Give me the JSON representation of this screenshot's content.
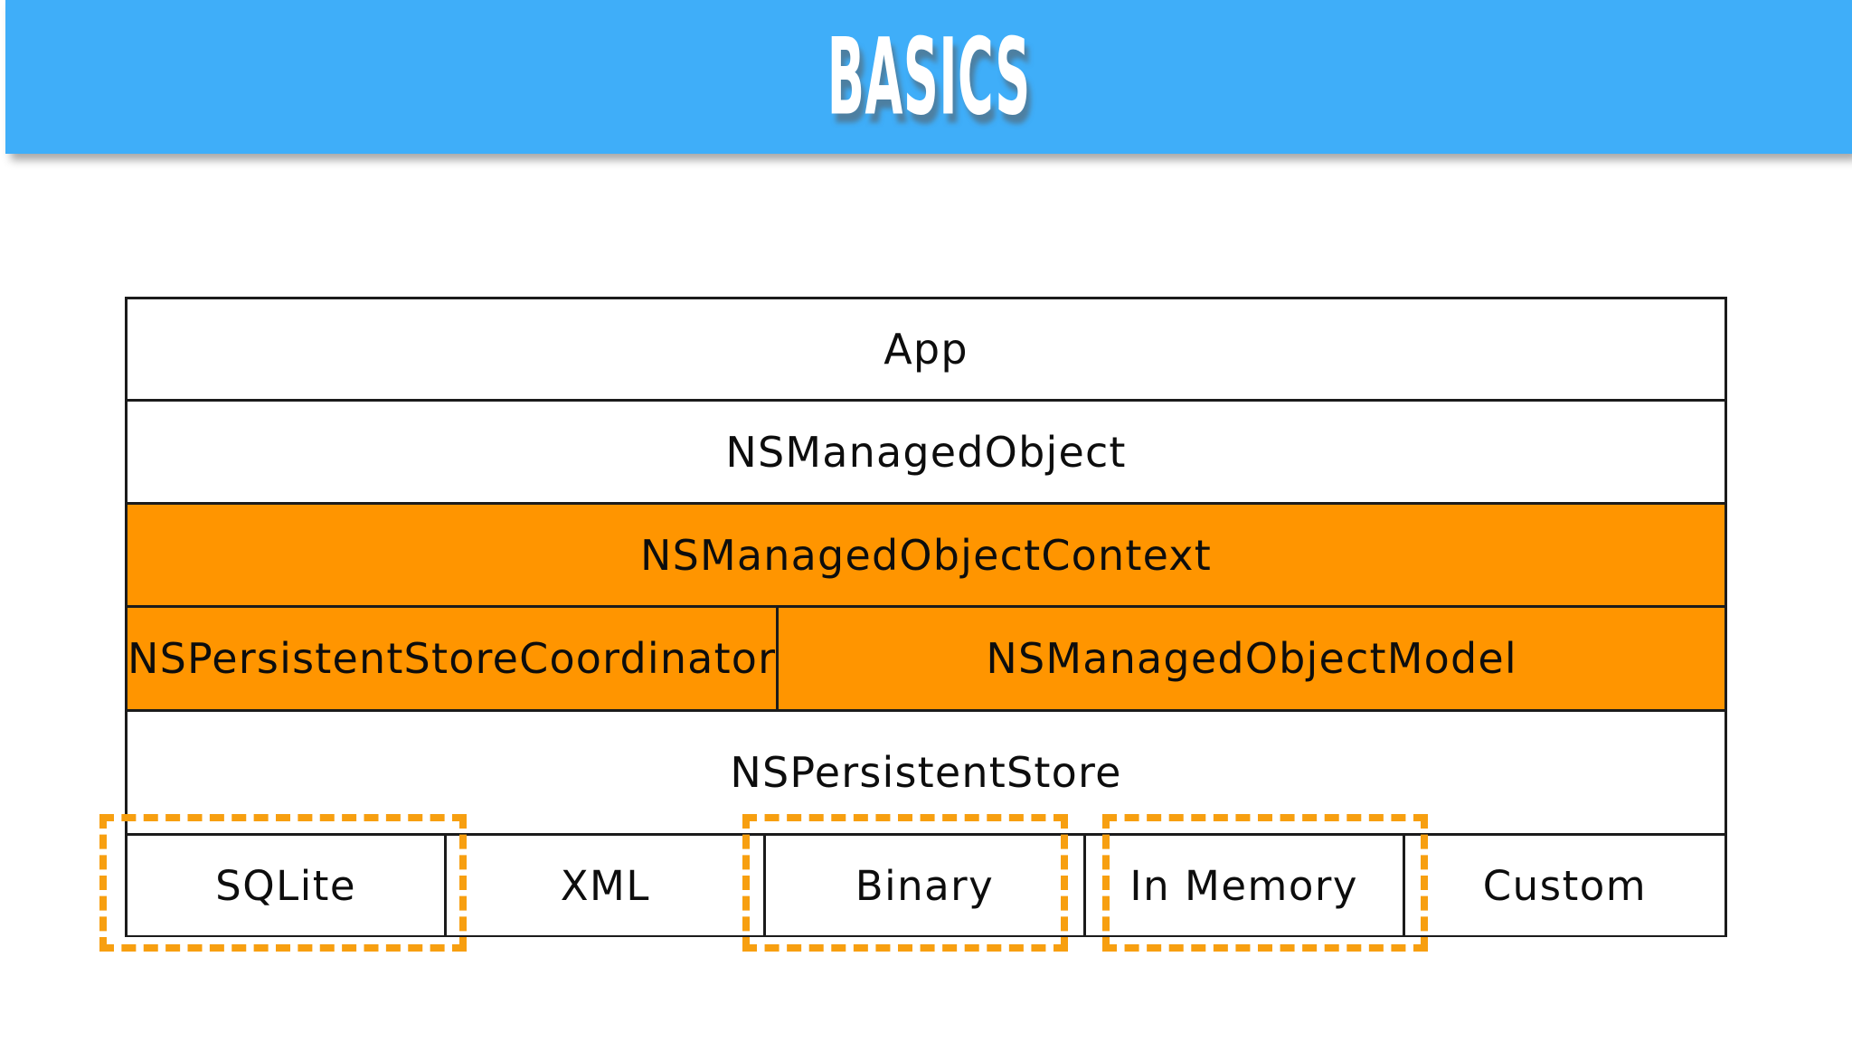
{
  "slide": {
    "background_color": "#ffffff",
    "banner": {
      "title": "BASICS",
      "background_color": "#3FAEF9",
      "text_color": "#ffffff"
    },
    "colors": {
      "orange_fill": "#FF9500",
      "dashed_highlight": "#F79F10",
      "border": "#1b1b1b"
    }
  },
  "stack": {
    "rows": [
      {
        "label": "App",
        "highlighted": false
      },
      {
        "label": "NSManagedObject",
        "highlighted": false
      },
      {
        "label": "NSManagedObjectContext",
        "highlighted": true
      },
      {
        "label": "NSPersistentStore",
        "highlighted": false
      }
    ],
    "split_row": {
      "left": {
        "label": "NSPersistentStoreCoordinator",
        "highlighted": true
      },
      "right": {
        "label": "NSManagedObjectModel",
        "highlighted": true
      }
    },
    "backends": [
      {
        "label": "SQLite",
        "marked": true
      },
      {
        "label": "XML",
        "marked": false
      },
      {
        "label": "Binary",
        "marked": true
      },
      {
        "label": "In Memory",
        "marked": true
      },
      {
        "label": "Custom",
        "marked": false
      }
    ]
  }
}
